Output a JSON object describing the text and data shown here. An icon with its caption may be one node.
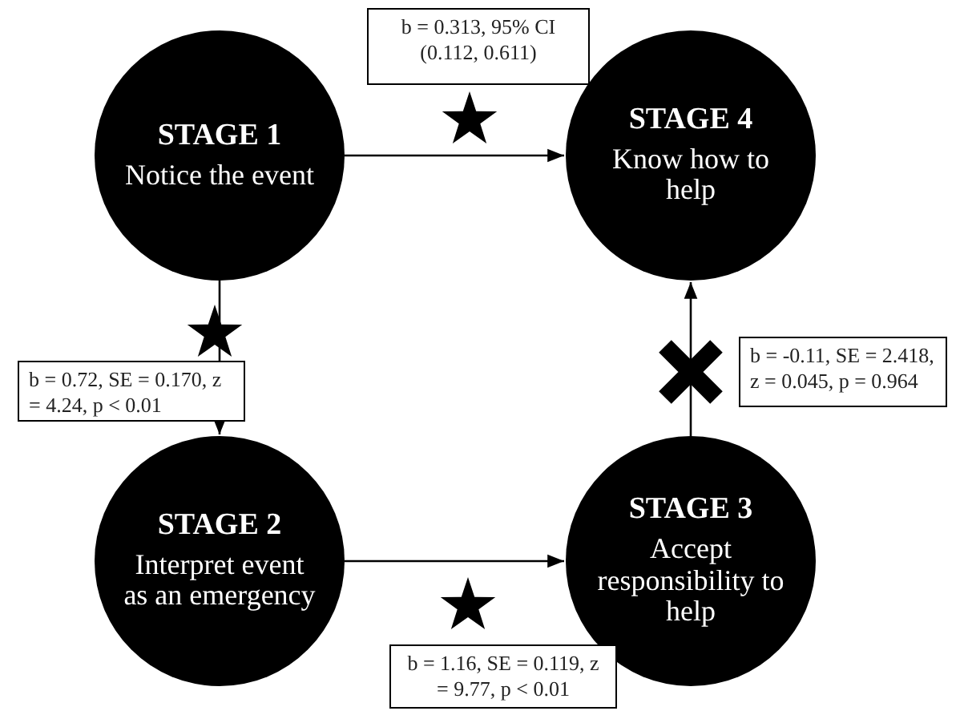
{
  "diagram": {
    "nodes": [
      {
        "text": [
          "STAGE 1",
          "Notice the event"
        ]
      },
      {
        "text": [
          "STAGE 2",
          "Interpret event as an emergency"
        ]
      },
      {
        "text": [
          "STAGE 3",
          "Accept responsibility to help"
        ]
      },
      {
        "text": [
          "STAGE 4",
          "Know how to help"
        ]
      }
    ],
    "edges": [
      {
        "from": 0,
        "to": 3,
        "arrow": "to",
        "label": "b = 0.313, 95% CI (0.112, 0.611)"
      },
      {
        "from": 0,
        "to": 1,
        "arrow": "to",
        "label": "b = 0.72, SE = 0.170, z = 4.24, p < 0.01"
      },
      {
        "from": 1,
        "to": 2,
        "arrow": "to",
        "label": "b = 1.16, SE = 0.119, z = 9.77, p < 0.01"
      },
      {
        "from": 2,
        "to": 3,
        "arrow": "to",
        "label": "b = -0.11, SE = 2.418, z = 0.045, p = 0.964"
      }
    ]
  }
}
